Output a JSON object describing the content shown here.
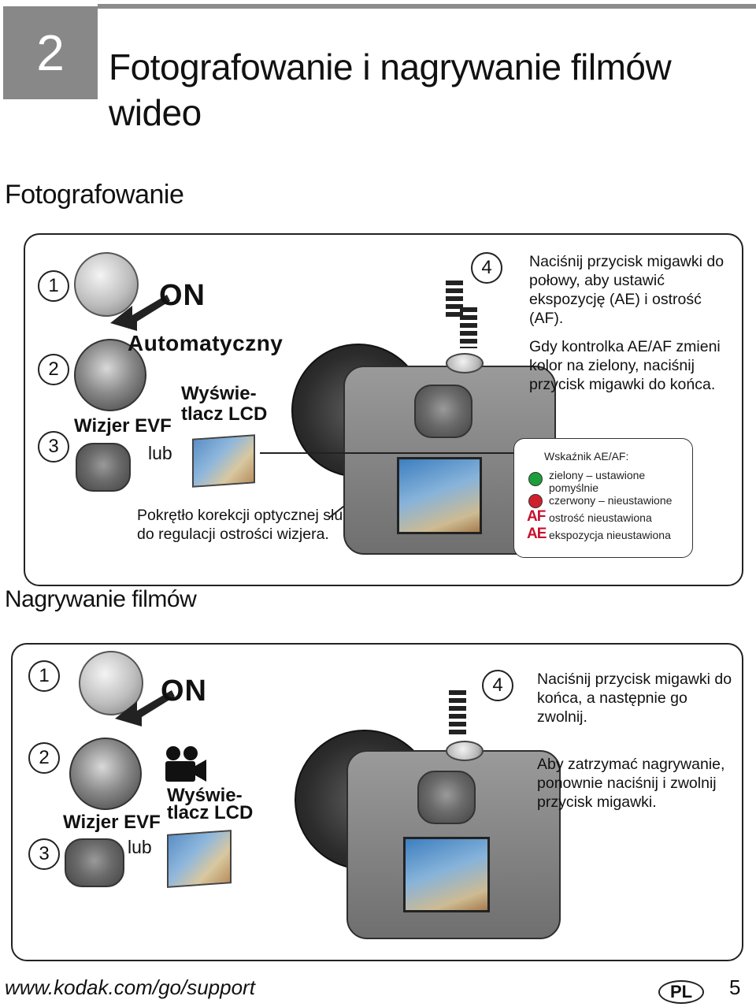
{
  "chapter": {
    "number": "2",
    "title": "Fotografowanie i nagrywanie filmów wideo"
  },
  "photo_section": {
    "title": "Fotografowanie",
    "steps": {
      "s1": "1",
      "s2": "2",
      "s3": "3",
      "s4": "4"
    },
    "on_label": "ON",
    "mode_label": "Automatyczny",
    "evf_label": "Wizjer EVF",
    "or_label": "lub",
    "lcd_label_line1": "Wyświe-",
    "lcd_label_line2": "tlacz LCD",
    "diopter_note": "Pokrętło korekcji optycznej służy do regulacji ostrości wizjera.",
    "step4_text": "Naciśnij przycisk migawki do połowy, aby ustawić ekspozycję (AE) i ostrość (AF).",
    "step4_text2": "Gdy kontrolka AE/AF zmieni kolor na zielony, naciśnij przycisk migawki do końca.",
    "legend": {
      "title": "Wskaźnik AE/AF:",
      "green": "zielony – ustawione pomyślnie",
      "red": "czerwony – nieustawione",
      "af_badge": "AF",
      "af": "ostrość nieustawiona",
      "ae_badge": "AE",
      "ae": "ekspozycja nieustawiona"
    }
  },
  "video_section": {
    "title": "Nagrywanie filmów",
    "steps": {
      "s1": "1",
      "s2": "2",
      "s3": "3",
      "s4": "4"
    },
    "on_label": "ON",
    "evf_label": "Wizjer EVF",
    "or_label": "lub",
    "lcd_label_line1": "Wyświe-",
    "lcd_label_line2": "tlacz LCD",
    "step4_text": "Naciśnij przycisk migawki do końca, a następnie go zwolnij.",
    "stop_text": "Aby zatrzymać nagrywanie, ponownie naciśnij i zwolnij przycisk migawki."
  },
  "footer": {
    "url": "www.kodak.com/go/support",
    "lang": "PL",
    "page": "5"
  },
  "colors": {
    "chapter_gray": "#888888",
    "ok_green": "#1e9e3a",
    "fail_red": "#d0202e",
    "badge_red": "#c8102e"
  }
}
